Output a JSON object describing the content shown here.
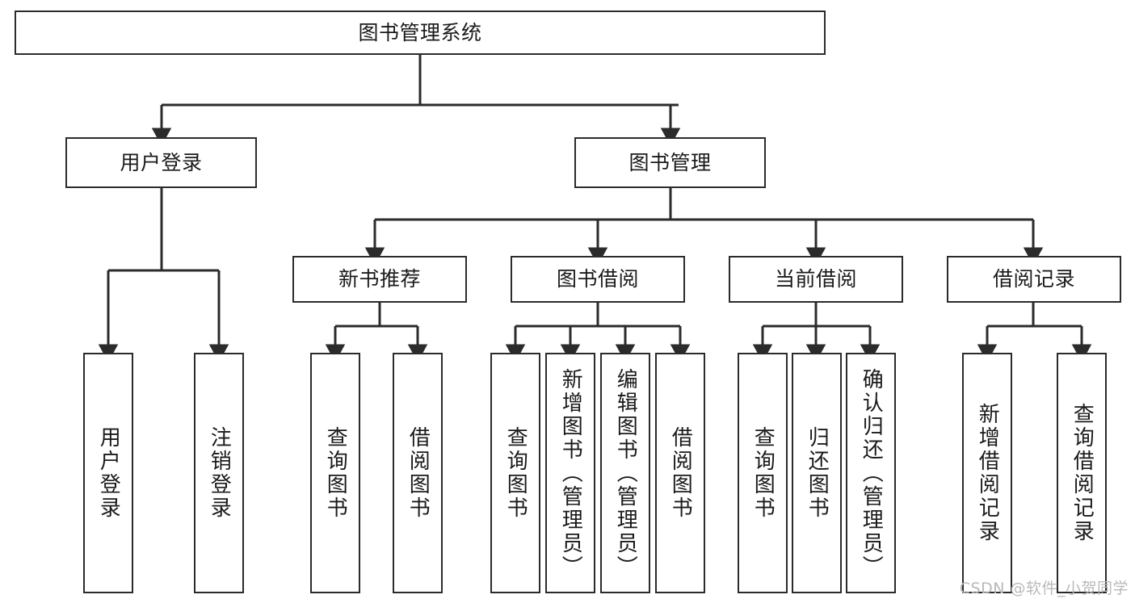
{
  "diagram": {
    "type": "tree-hierarchy",
    "title": "图书管理系统",
    "orientation": "top-down",
    "colors": {
      "box_border": "#2b2b2b",
      "box_fill": "#ffffff",
      "edge": "#2b2b2b",
      "text": "#1a1a1a",
      "watermark": "#b9b9b9"
    },
    "levels": {
      "root": [
        "图书管理系统"
      ],
      "level2": [
        "用户登录",
        "图书管理"
      ],
      "level3": [
        "新书推荐",
        "图书借阅",
        "当前借阅",
        "借阅记录"
      ],
      "leaves": [
        "用户登录",
        "注销登录",
        "查询图书",
        "借阅图书",
        "查询图书",
        "新增图书（管理员）",
        "编辑图书（管理员）",
        "借阅图书",
        "查询图书",
        "归还图书",
        "确认归还（管理员）",
        "新增借阅记录",
        "查询借阅记录"
      ]
    },
    "nodes": {
      "root": {
        "label": "图书管理系统"
      },
      "user_login": {
        "label": "用户登录"
      },
      "book_manage": {
        "label": "图书管理"
      },
      "new_book_rec": {
        "label": "新书推荐"
      },
      "book_borrow": {
        "label": "图书借阅"
      },
      "current_borrow": {
        "label": "当前借阅"
      },
      "borrow_record": {
        "label": "借阅记录"
      },
      "leaf_user_login": {
        "label": "用户登录"
      },
      "leaf_logout": {
        "label": "注销登录"
      },
      "leaf_query_book_1": {
        "label": "查询图书"
      },
      "leaf_borrow_book_1": {
        "label": "借阅图书"
      },
      "leaf_query_book_2": {
        "label": "查询图书"
      },
      "leaf_add_book_admin": {
        "label": "新增图书（管理员）"
      },
      "leaf_edit_book_admin": {
        "label": "编辑图书（管理员）"
      },
      "leaf_borrow_book_2": {
        "label": "借阅图书"
      },
      "leaf_query_book_3": {
        "label": "查询图书"
      },
      "leaf_return_book": {
        "label": "归还图书"
      },
      "leaf_confirm_return_admin": {
        "label": "确认归还（管理员）"
      },
      "leaf_add_borrow_record": {
        "label": "新增借阅记录"
      },
      "leaf_query_borrow_record": {
        "label": "查询借阅记录"
      }
    },
    "edges": [
      {
        "from": "root",
        "to": "user_login"
      },
      {
        "from": "root",
        "to": "book_manage"
      },
      {
        "from": "user_login",
        "to": "leaf_user_login"
      },
      {
        "from": "user_login",
        "to": "leaf_logout"
      },
      {
        "from": "book_manage",
        "to": "new_book_rec"
      },
      {
        "from": "book_manage",
        "to": "book_borrow"
      },
      {
        "from": "book_manage",
        "to": "current_borrow"
      },
      {
        "from": "book_manage",
        "to": "borrow_record"
      },
      {
        "from": "new_book_rec",
        "to": "leaf_query_book_1"
      },
      {
        "from": "new_book_rec",
        "to": "leaf_borrow_book_1"
      },
      {
        "from": "book_borrow",
        "to": "leaf_query_book_2"
      },
      {
        "from": "book_borrow",
        "to": "leaf_add_book_admin"
      },
      {
        "from": "book_borrow",
        "to": "leaf_edit_book_admin"
      },
      {
        "from": "book_borrow",
        "to": "leaf_borrow_book_2"
      },
      {
        "from": "current_borrow",
        "to": "leaf_query_book_3"
      },
      {
        "from": "current_borrow",
        "to": "leaf_return_book"
      },
      {
        "from": "current_borrow",
        "to": "leaf_confirm_return_admin"
      },
      {
        "from": "borrow_record",
        "to": "leaf_add_borrow_record"
      },
      {
        "from": "borrow_record",
        "to": "leaf_query_borrow_record"
      }
    ]
  },
  "watermark": {
    "text": "CSDN @软件_小贺同学"
  }
}
